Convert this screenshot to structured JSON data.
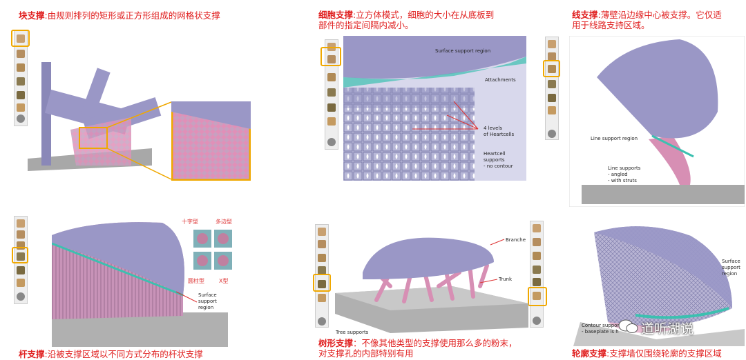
{
  "captions": {
    "block": {
      "title": "块支撑",
      "text": ":由规则排列的矩形或正方形组成的网格状支撑"
    },
    "cell": {
      "title": "细胞支撑",
      "text": ":立方体模式，细胞的大小在从底板到",
      "line2": "部件的指定间隔内减小。"
    },
    "line": {
      "title": "线支撑",
      "text": ":薄壁沿边缘中心被支撑。它仅适",
      "line2": "用于线路支持区域。"
    },
    "pin": {
      "title": "杆支撑",
      "text": ":沿被支撑区域以不同方式分布的杆状支撑"
    },
    "tree": {
      "title": "树形支撑",
      "text": "：不像其他类型的支撑使用那么多的粉末，",
      "line2": "对支撑孔的内部特别有用"
    },
    "contour": {
      "title": "轮廓支撑",
      "text": ":支撑墙仅围绕轮廓的支撑区域"
    }
  },
  "labels": {
    "cell_surface": "Surface support region",
    "cell_attach": "Attachments",
    "cell_levels1": "4 levels",
    "cell_levels2": "of Heartcells",
    "cell_heart1": "Heartcell",
    "cell_heart2": "supports",
    "cell_heart3": "- no contour",
    "line_region": "Line support region",
    "line_supports1": "Line supports",
    "line_supports2": "- angled",
    "line_supports3": "- with struts",
    "pin_cross": "十字型",
    "pin_poly": "多边型",
    "pin_cyl": "圆柱型",
    "pin_x": "X型",
    "pin_surface1": "Surface",
    "pin_surface2": "support",
    "pin_surface3": "region",
    "tree_branche": "Branche",
    "tree_trunk": "Trunk",
    "tree_supports": "Tree supports",
    "contour_surface1": "Surface",
    "contour_surface2": "support",
    "contour_surface3": "region",
    "contour_supp1": "Contour supports",
    "contour_supp2": "- baseplate is h"
  },
  "watermark": "道听湖说",
  "colors": {
    "accent": "#e02020",
    "highlight": "#f0a800",
    "part": "#9a97c6",
    "support": "#d78fb4",
    "base": "#a8a8a8"
  }
}
